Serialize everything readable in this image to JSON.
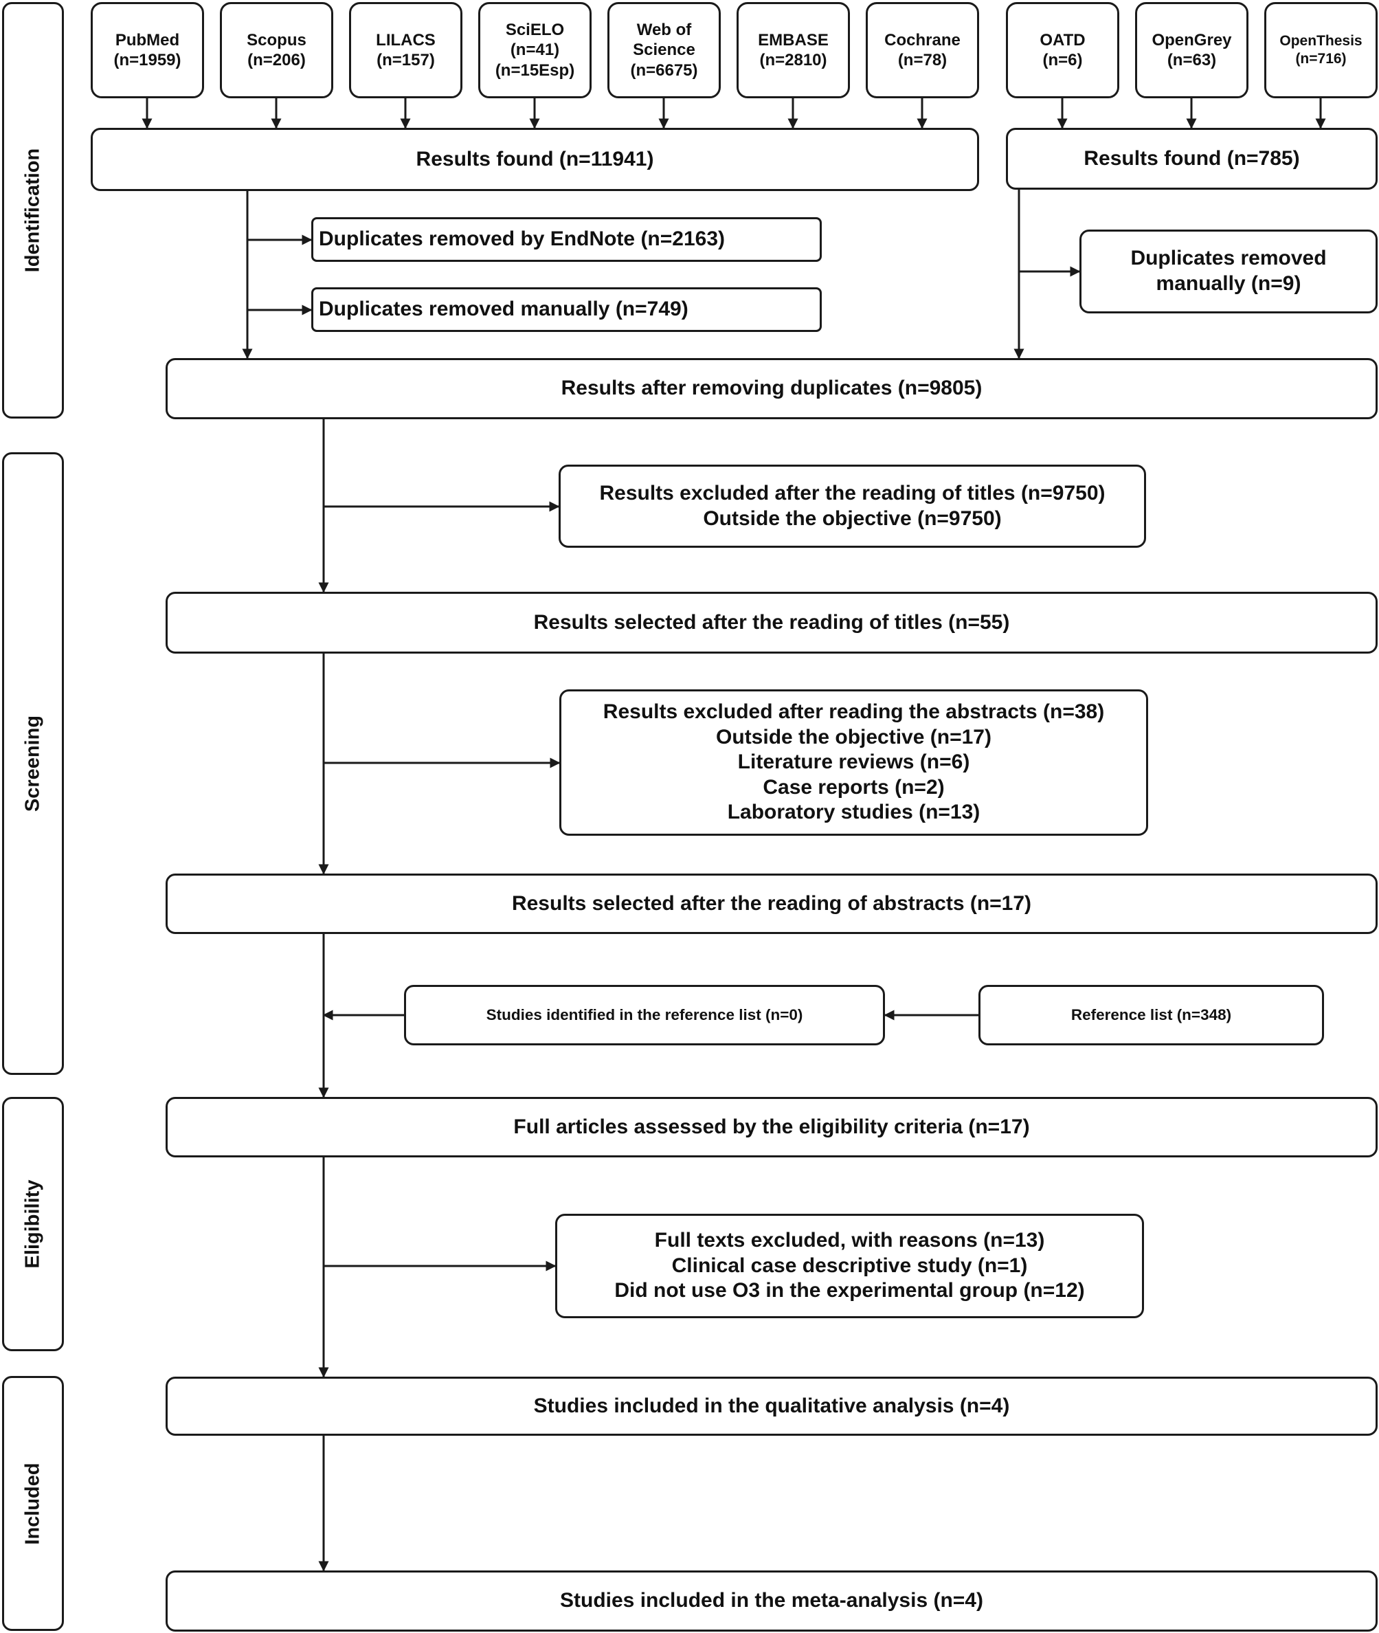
{
  "stages": [
    "Identification",
    "Screening",
    "Eligibility",
    "Included"
  ],
  "sources": [
    {
      "name": "PubMed",
      "lines": [
        "PubMed",
        "(n=1959)"
      ]
    },
    {
      "name": "Scopus",
      "lines": [
        "Scopus",
        "(n=206)"
      ]
    },
    {
      "name": "LILACS",
      "lines": [
        "LILACS",
        "(n=157)"
      ]
    },
    {
      "name": "SciELO",
      "lines": [
        "SciELO",
        "(n=41)",
        "(n=15Esp)"
      ]
    },
    {
      "name": "Web of Science",
      "lines": [
        "Web of",
        "Science",
        "(n=6675)"
      ]
    },
    {
      "name": "EMBASE",
      "lines": [
        "EMBASE",
        "(n=2810)"
      ]
    },
    {
      "name": "Cochrane",
      "lines": [
        "Cochrane",
        "(n=78)"
      ]
    },
    {
      "name": "OATD",
      "lines": [
        "OATD",
        "(n=6)"
      ]
    },
    {
      "name": "OpenGrey",
      "lines": [
        "OpenGrey",
        "(n=63)"
      ]
    },
    {
      "name": "OpenThesis",
      "lines": [
        "OpenThesis",
        "(n=716)"
      ]
    }
  ],
  "boxes": {
    "results_found_main": "Results found (n=11941)",
    "results_found_grey": "Results found (n=785)",
    "dup_endnote": "Duplicates removed by EndNote (n=2163)",
    "dup_manual": "Duplicates removed manually (n=749)",
    "dup_manual_grey": [
      "Duplicates removed",
      "manually (n=9)"
    ],
    "after_duplicates": "Results after removing duplicates (n=9805)",
    "excluded_titles": [
      "Results excluded after the reading of titles (n=9750)",
      "Outside the objective (n=9750)"
    ],
    "selected_titles": "Results selected after the reading of titles (n=55)",
    "excluded_abstracts": [
      "Results excluded after reading the abstracts (n=38)",
      "Outside the objective (n=17)",
      "Literature reviews (n=6)",
      "Case reports (n=2)",
      "Laboratory studies (n=13)"
    ],
    "selected_abstracts": "Results selected after the reading of abstracts (n=17)",
    "studies_ref_list": "Studies identified in the reference list (n=0)",
    "reference_list": "Reference list (n=348)",
    "full_articles": "Full articles assessed by the eligibility criteria (n=17)",
    "full_excluded": [
      "Full texts excluded, with reasons (n=13)",
      "Clinical case descriptive study (n=1)",
      "Did not use O3 in the experimental group (n=12)"
    ],
    "qualitative": "Studies included in the qualitative analysis (n=4)",
    "meta": "Studies included in the meta-analysis (n=4)"
  }
}
